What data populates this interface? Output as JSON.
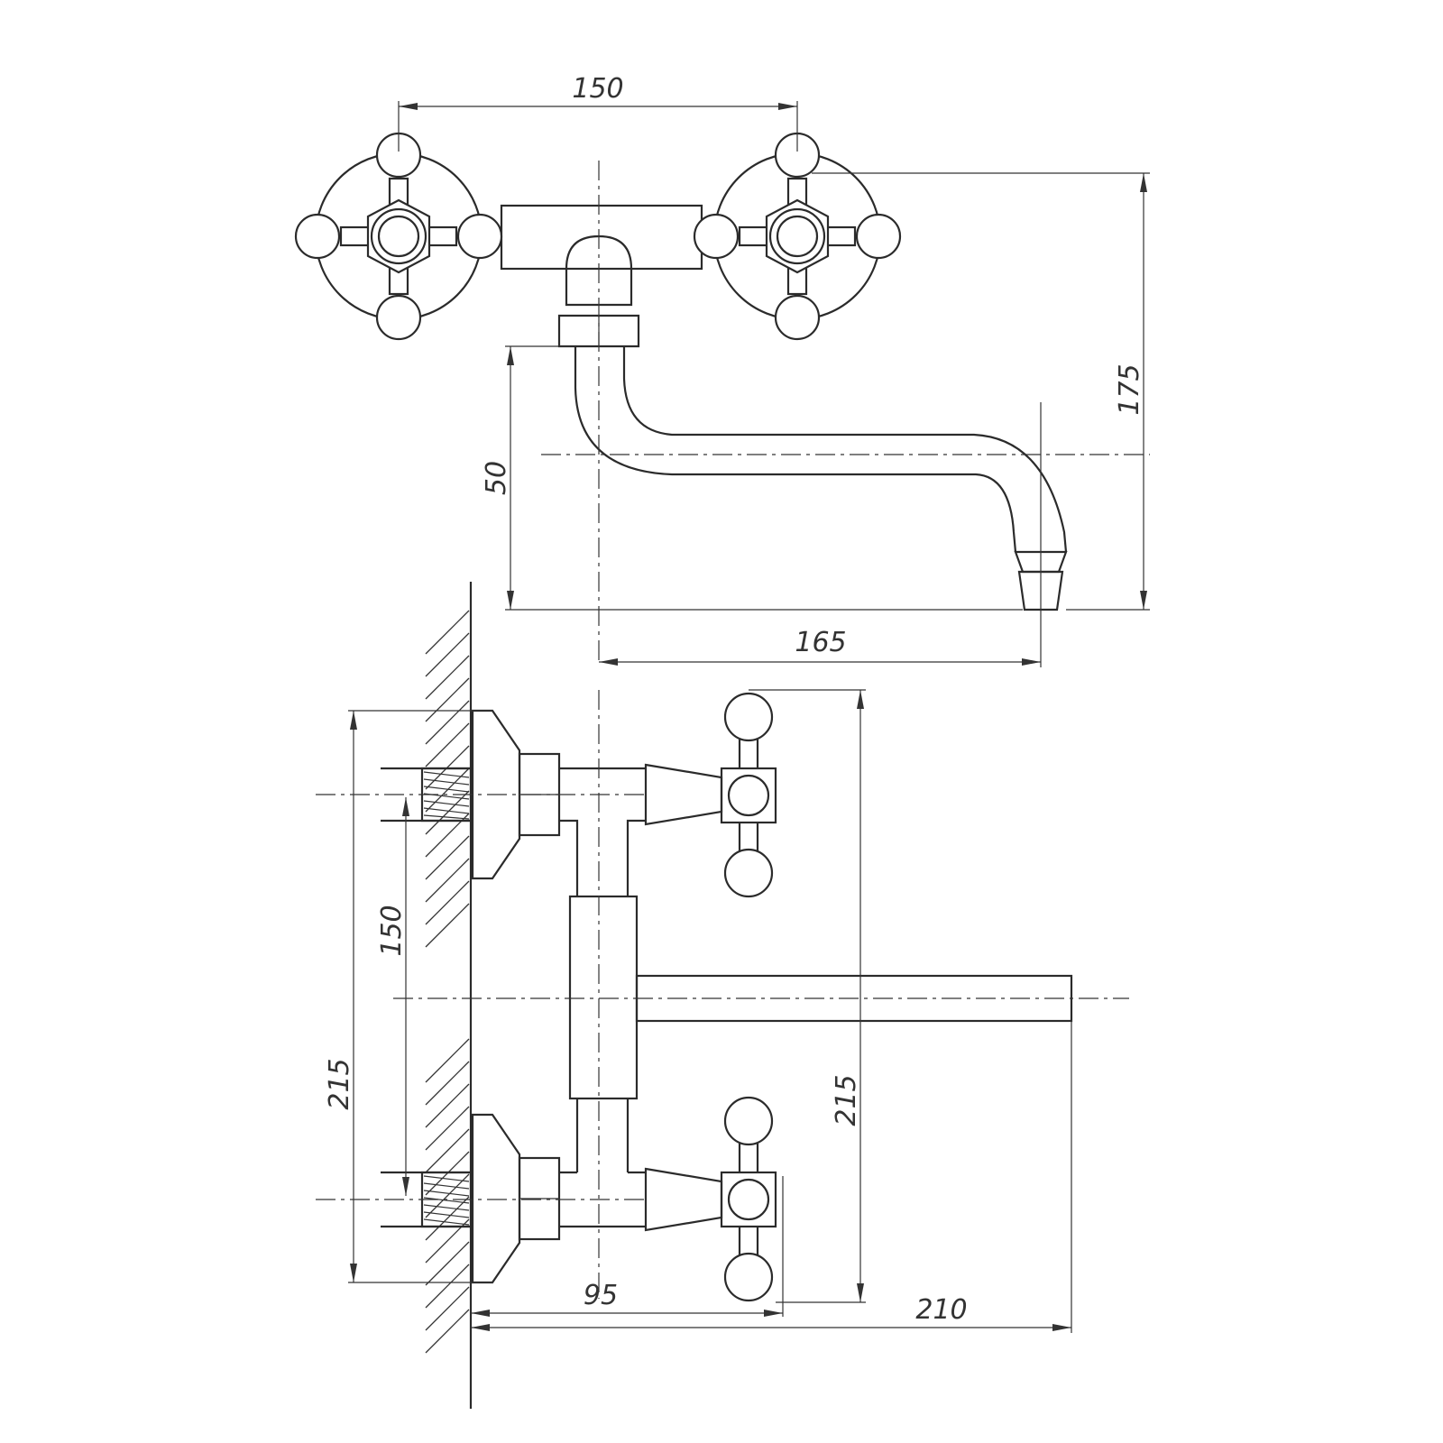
{
  "drawing": {
    "top_view": {
      "dim_handle_spacing": "150",
      "dim_total_height": "175",
      "dim_spout_height": "50",
      "dim_spout_reach": "165"
    },
    "side_view": {
      "dim_inlet_spacing": "150",
      "dim_body_height_left": "215",
      "dim_body_height_right": "215",
      "dim_handle_depth": "95",
      "dim_spout_length": "210"
    }
  }
}
